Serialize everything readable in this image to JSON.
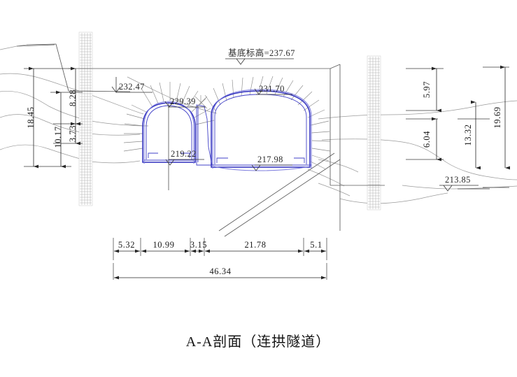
{
  "drawing": {
    "title": "A-A剖面（连拱隧道）",
    "type": "engineering-cross-section",
    "subject": "twin-arch tunnel cross section",
    "colors": {
      "tunnel_outline": "#2f2fbe",
      "tunnel_lining": "#7c7cdd",
      "terrain": "#9a9a9a",
      "dimension": "#262626",
      "background": "#ffffff"
    }
  },
  "annotations": {
    "base_elevation_label": "基底标高=237.67",
    "elevations": [
      {
        "id": "ground-left",
        "value": "232.47"
      },
      {
        "id": "left-tunnel-crown",
        "value": "229.39"
      },
      {
        "id": "right-tunnel-crown",
        "value": "231.70"
      },
      {
        "id": "left-tunnel-invert",
        "value": "219.22"
      },
      {
        "id": "right-tunnel-invert",
        "value": "217.98"
      },
      {
        "id": "ground-right",
        "value": "213.85"
      }
    ]
  },
  "dimensions": {
    "vertical_left": [
      {
        "id": "left-total-depth",
        "value": "18.45"
      },
      {
        "id": "left-mid-depth",
        "value": "10.17"
      },
      {
        "id": "left-upper-depth",
        "value": "8.28"
      },
      {
        "id": "left-lower-depth",
        "value": "3.73"
      }
    ],
    "vertical_right": [
      {
        "id": "right-upper-depth",
        "value": "5.97"
      },
      {
        "id": "right-mid-depth",
        "value": "6.04"
      },
      {
        "id": "right-inner-depth",
        "value": "13.32"
      },
      {
        "id": "right-total-depth",
        "value": "19.69"
      }
    ],
    "horizontal_chain": [
      {
        "id": "span-1",
        "value": "5.32"
      },
      {
        "id": "span-2",
        "value": "10.99"
      },
      {
        "id": "span-3",
        "value": "3.15"
      },
      {
        "id": "span-4",
        "value": "21.78"
      },
      {
        "id": "span-5",
        "value": "5.1"
      }
    ],
    "horizontal_total": {
      "id": "overall-width",
      "value": "46.34"
    }
  }
}
